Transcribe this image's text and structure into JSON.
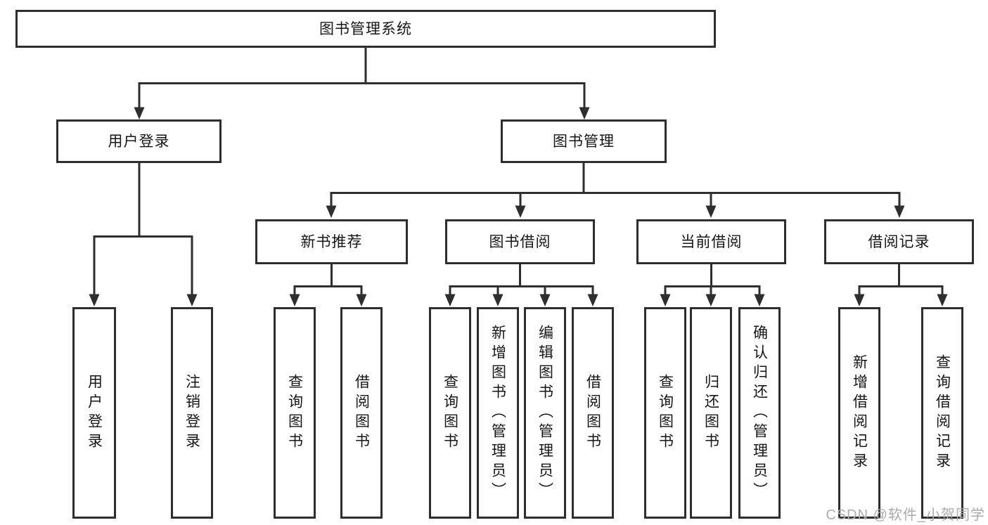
{
  "diagram": {
    "title": "图书管理系统",
    "level2": [
      {
        "label": "用户登录"
      },
      {
        "label": "图书管理"
      }
    ],
    "level3": [
      {
        "label": "新书推荐"
      },
      {
        "label": "图书借阅"
      },
      {
        "label": "当前借阅"
      },
      {
        "label": "借阅记录"
      }
    ],
    "leaves": [
      {
        "label": "用户登录"
      },
      {
        "label": "注销登录"
      },
      {
        "label": "查询图书"
      },
      {
        "label": "借阅图书"
      },
      {
        "label": "查询图书"
      },
      {
        "label": "新增图书（管理员）"
      },
      {
        "label": "编辑图书（管理员）"
      },
      {
        "label": "借阅图书"
      },
      {
        "label": "查询图书"
      },
      {
        "label": "归还图书"
      },
      {
        "label": "确认归还（管理员）"
      },
      {
        "label": "新增借阅记录"
      },
      {
        "label": "查询借阅记录"
      }
    ],
    "watermark": "CSDN @软件_小贺同学",
    "colors": {
      "line": "#2e2e2e",
      "text": "#161616",
      "watermark": "#ababab",
      "background": "#ffffff"
    }
  }
}
